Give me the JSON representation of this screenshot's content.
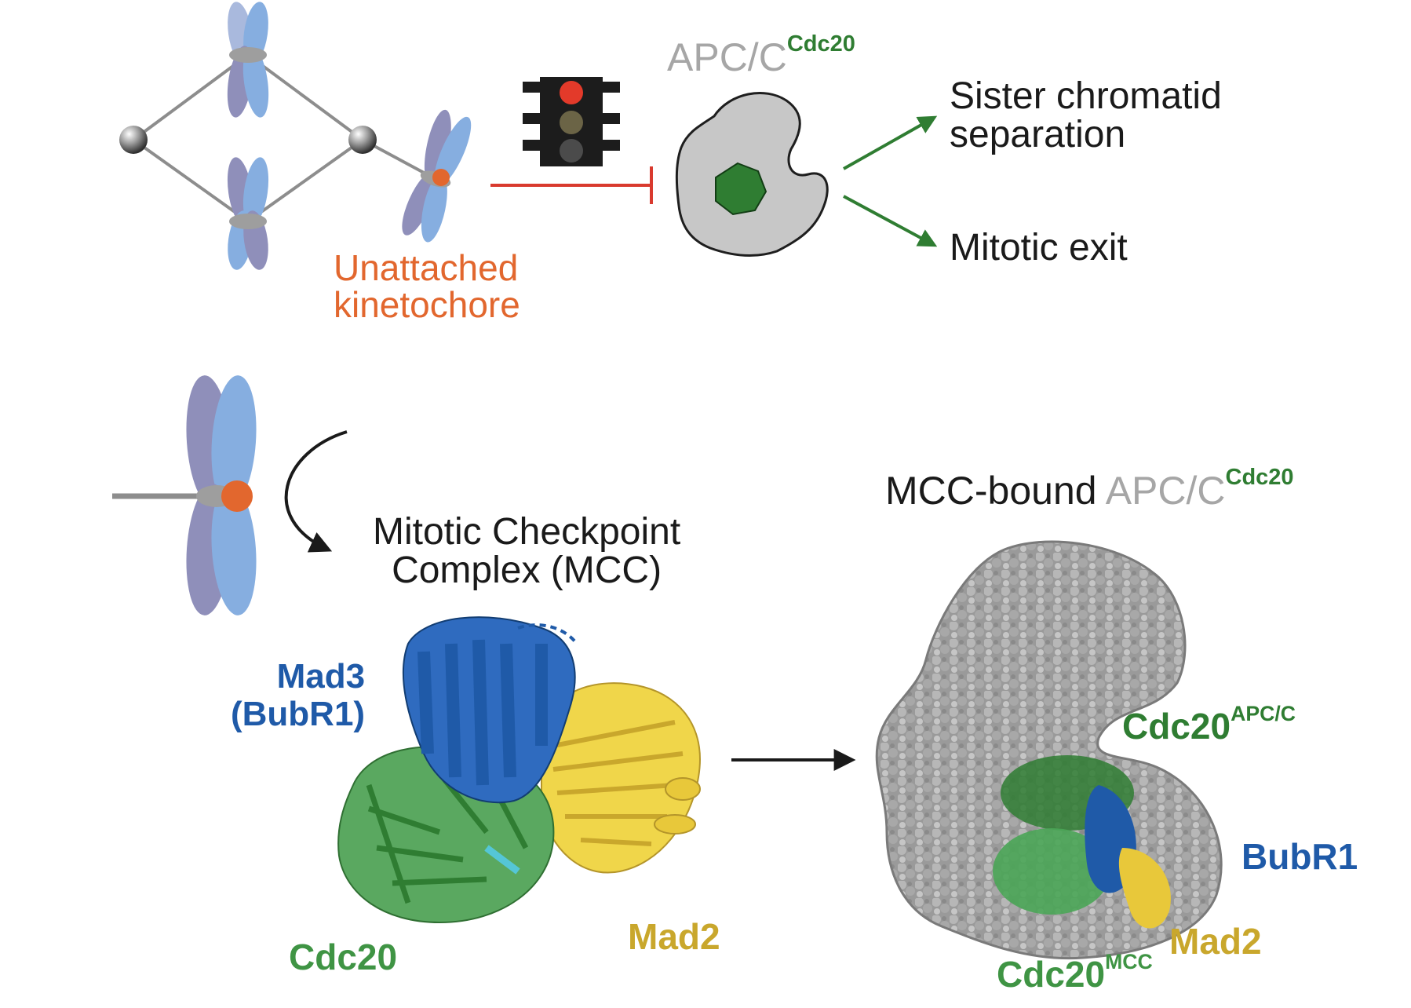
{
  "colors": {
    "kinetochore_orange": "#e2672e",
    "inhibition_red": "#d93a2e",
    "apcc_grey": "#bdbdbd",
    "cdc20_green": "#2f7d32",
    "bubr1_blue": "#1f5aa8",
    "mad2_yellow": "#e8c83a",
    "chromosome_light_blue": "#86aee0",
    "chromosome_violet": "#8f8fba"
  },
  "top_panel": {
    "unattached_label_line1": "Unattached",
    "unattached_label_line2": "kinetochore",
    "apcc_name": "APC/C",
    "apcc_superscript": "Cdc20",
    "outcome1_line1": "Sister chromatid",
    "outcome1_line2": "separation",
    "outcome2": "Mitotic exit",
    "traffic_light_icon": "traffic-light-icon"
  },
  "bottom_panel": {
    "mcc_title_line1": "Mitotic Checkpoint",
    "mcc_title_line2": "Complex (MCC)",
    "mad3_label_line1": "Mad3",
    "mad3_label_line2": "(BubR1)",
    "cdc20_label": "Cdc20",
    "mad2_label": "Mad2",
    "bound_title_black": "MCC-bound",
    "bound_title_grey": "APC/C",
    "bound_title_sup": "Cdc20",
    "bound_cdc20_apcc": "Cdc20",
    "bound_cdc20_apcc_sup": "APC/C",
    "bound_bubr1": "BubR1",
    "bound_mad2": "Mad2",
    "bound_cdc20_mcc": "Cdc20",
    "bound_cdc20_mcc_sup": "MCC"
  }
}
